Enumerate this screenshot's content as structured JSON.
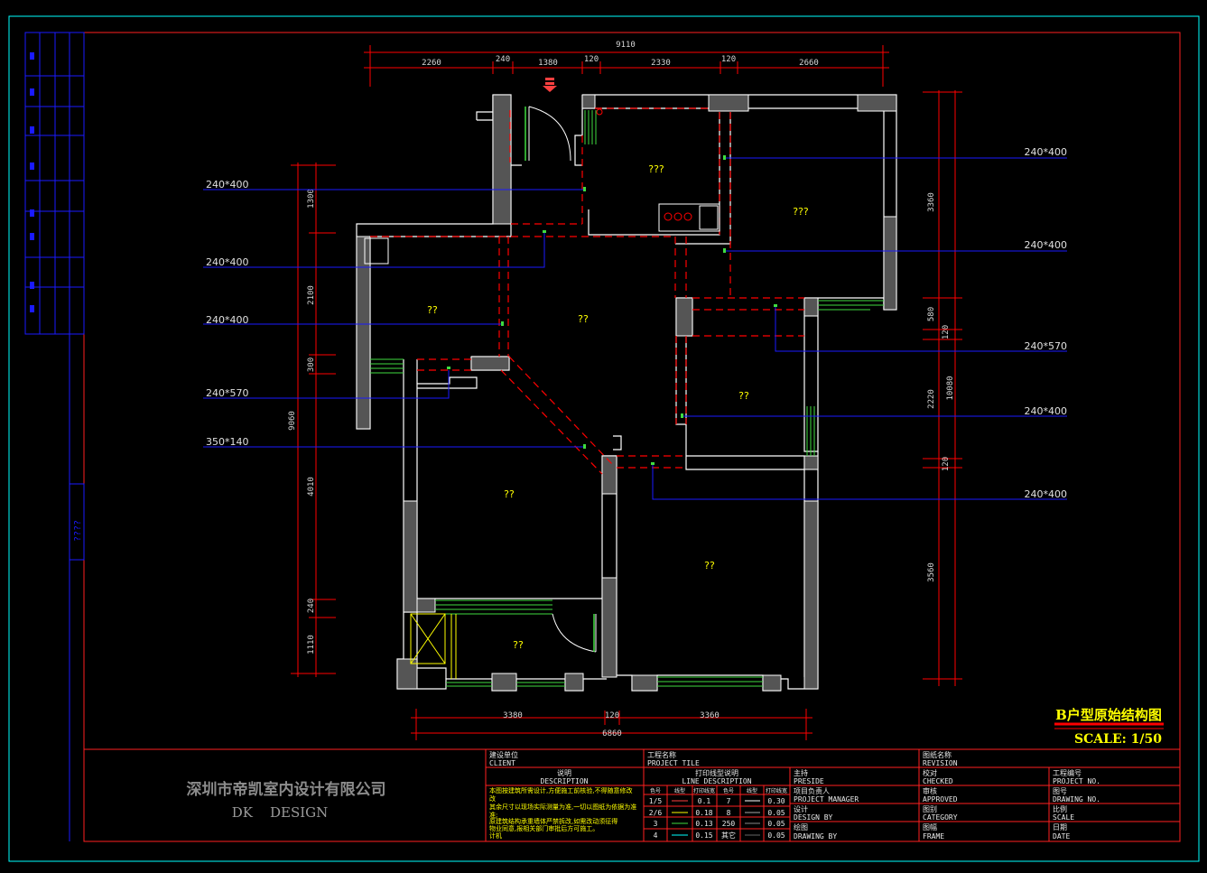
{
  "drawing": {
    "title": "B户型原始结构图",
    "scale": "SCALE: 1/50",
    "company_cn": "深圳市帝凯室内设计有限公司",
    "company_en": "DK    DESIGN",
    "side_code": "????"
  },
  "dimensions": {
    "top_total": "9110",
    "top_segments": [
      "2260",
      "240",
      "1380",
      "120",
      "2330",
      "120",
      "2660"
    ],
    "left_total": "9060",
    "left_segments": [
      "1300",
      "2100",
      "300",
      "4010",
      "240",
      "1110"
    ],
    "right_total": "10080",
    "right_segments": [
      "3360",
      "580",
      "120",
      "2220",
      "120",
      "3560"
    ],
    "bottom_total": "6860",
    "bottom_segments": [
      "3380",
      "120",
      "3360"
    ]
  },
  "beams": {
    "left": [
      "240*400",
      "240*400",
      "240*400",
      "240*570",
      "350*140"
    ],
    "right": [
      "240*400",
      "240*400",
      "240*570",
      "240*400",
      "240*400"
    ]
  },
  "rooms": [
    "???",
    "???",
    "??",
    "??",
    "??",
    "??",
    "??",
    "??"
  ],
  "title_block": {
    "client_cn": "建设单位",
    "client_en": "CLIENT",
    "desc_cn": "说明",
    "desc_en": "DESCRIPTION",
    "desc_lines": [
      "本图按建筑所需设计,方便施工前核验,不得随意修改",
      "改",
      "其余尺寸以现场实际测量为准,一切以图纸为依据为准",
      "准;",
      "原建筑结构承重墙体严禁拆改,如需改动须征得",
      "物业同意,报相关部门审批后方可施工。",
      "计机"
    ],
    "project_cn": "工程名称",
    "project_en": "PROJECT TILE",
    "line_cn": "打印线型说明",
    "line_en": "LINE DESCRIPTION",
    "line_headers": [
      "色号",
      "线型",
      "打印线宽",
      "色号",
      "线型",
      "打印线宽"
    ],
    "line_rows": [
      [
        "1/5",
        "0.1",
        "7",
        "0.30"
      ],
      [
        "2/6",
        "0.18",
        "8",
        "0.05"
      ],
      [
        "3",
        "0.13",
        "250",
        "0.05"
      ],
      [
        "4",
        "0.15",
        "其它",
        "0.05"
      ]
    ],
    "presider_cn": "主持",
    "presider_en": "PRESIDE",
    "pm_cn": "项目负责人",
    "pm_en": "PROJECT MANAGER",
    "design_cn": "设计",
    "design_en": "DESIGN BY",
    "drawing_cn": "绘图",
    "drawing_en": "DRAWING BY",
    "name_cn": "图纸名称",
    "name_en": "REVISION",
    "checked_cn": "校对",
    "checked_en": "CHECKED",
    "approved_cn": "审核",
    "approved_en": "APPROVED",
    "category_cn": "图别",
    "category_en": "CATEGORY",
    "frame_cn": "图幅",
    "frame_en": "FRAME",
    "projno_cn": "工程编号",
    "projno_en": "PROJECT NO.",
    "drawno_cn": "图号",
    "drawno_en": "DRAWING NO.",
    "scale_cn": "比例",
    "scale_en": "SCALE",
    "date_cn": "日期",
    "date_en": "DATE"
  },
  "colors": {
    "frame_red": "#ff2020",
    "outer_cyan": "#00ffff",
    "wall": "#ffffff",
    "wall_fill": "#555555",
    "dim_red": "#ff0000",
    "dim_text": "#d8d8d8",
    "beam_blue": "#1a1aff",
    "beam_text": "#e0e0e0",
    "window_green": "#3fdc3f",
    "door_green": "#3fdc3f",
    "yellow": "#ffff00",
    "tb_text": "#e8e8e8"
  }
}
